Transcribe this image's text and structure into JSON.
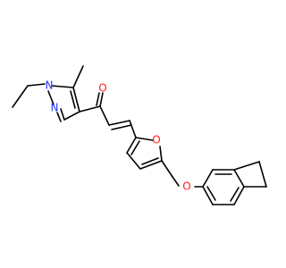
{
  "molecule": {
    "atom_labels": {
      "n1": "N",
      "n2": "N",
      "o_carbonyl": "O",
      "o_furan": "O",
      "o_ether": "O"
    },
    "colors": {
      "bond": "#000000",
      "nitrogen": "#2233ff",
      "oxygen": "#ff1a1a"
    }
  }
}
